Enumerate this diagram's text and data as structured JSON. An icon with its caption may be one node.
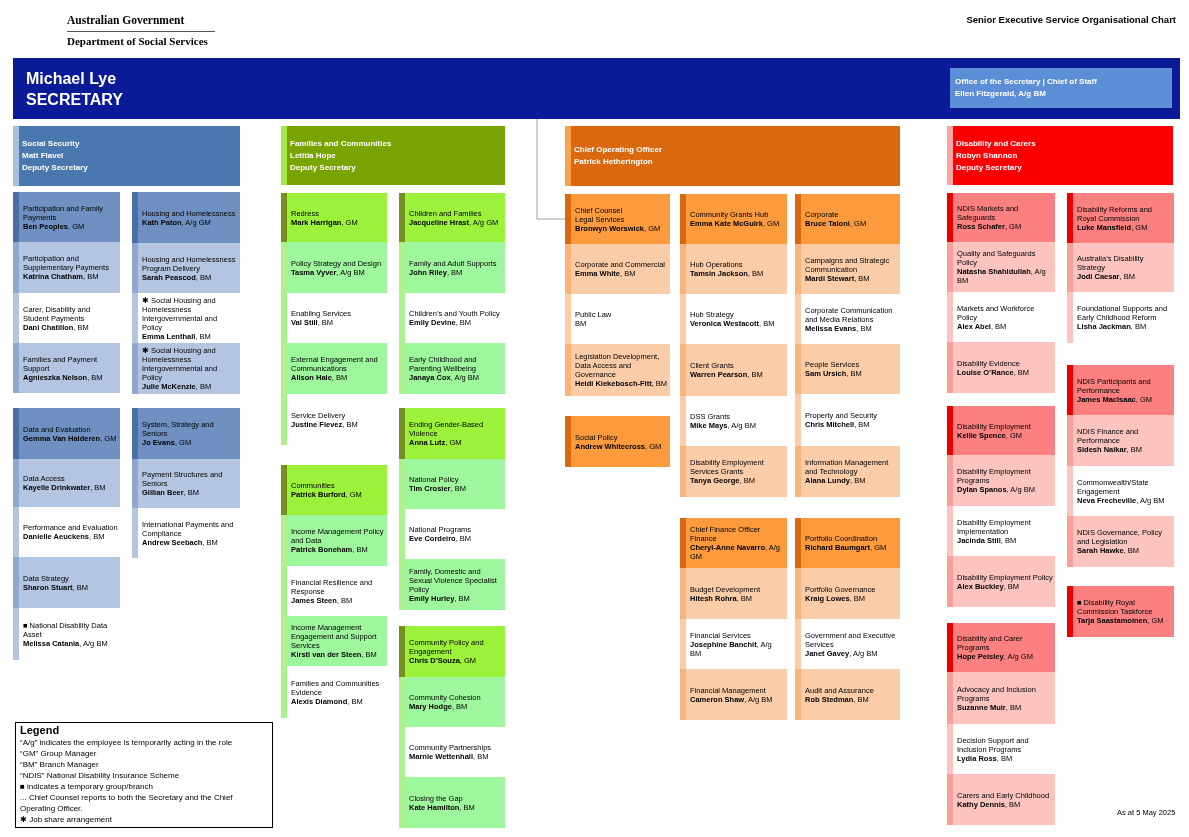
{
  "diagram": {
    "title": "Senior Executive Service Organisational Chart",
    "nodes": [
      {
        "text": [
          "Michael Lye",
          "SECRETARY"
        ]
      },
      {
        "text": [
          "Office of the Secretary | Chief of Staff",
          "Ellen Fitzgerald, A/g BM"
        ],
        "in": 0
      },
      {
        "text": [
          "Social Security",
          "Matt Flavel",
          "Deputy Secretary"
        ]
      },
      {
        "text": [
          "Participation and Family Payments",
          "**Ben Peoples**, GM"
        ]
      },
      {
        "text": [
          "Participation and Supplementary Payments",
          "**Katrina Chatham**, BM"
        ]
      },
      {
        "text": [
          "Carer, Disability and Student Payments",
          "**Dani Chatillon**, BM"
        ]
      },
      {
        "text": [
          "Families and Payment Support",
          "**Agnieszka Nelson**, BM"
        ]
      },
      {
        "text": [
          "Data and Evaluation",
          "**Gemma Van Halderen**, GM"
        ]
      },
      {
        "text": [
          "Data Access",
          "**Kayelle Drinkwater**, BM"
        ]
      },
      {
        "text": [
          "Performance and Evaluation",
          "**Danielle Aeuckens**, BM"
        ]
      },
      {
        "text": [
          "Data Strategy",
          "**Sharon Stuart**, BM"
        ]
      },
      {
        "text": [
          "■ National Disability Data Asset",
          "**Melissa Catania**, A/g BM"
        ]
      },
      {
        "text": [
          "Housing and Homelessness",
          "**Kath Paton**, A/g GM"
        ]
      },
      {
        "text": [
          "Housing and Homelessness Program Delivery",
          "**Sarah Peascod**, BM"
        ]
      },
      {
        "text": [
          "✱ Social Housing and Homelessness Intergovernmental and Policy",
          "**Emma Lenthall**, BM"
        ]
      },
      {
        "text": [
          "✱ Social Housing and Homelessness Intergovernmental and Policy",
          "**Julie McKenzie**, BM"
        ]
      },
      {
        "text": [
          "System, Strategy and Seniors",
          "**Jo Evans**, GM"
        ]
      },
      {
        "text": [
          "Payment Structures and Seniors",
          "**Gillian Beer**, BM"
        ]
      },
      {
        "text": [
          "International Payments and Compliance",
          "**Andrew Seebach**, BM"
        ]
      },
      {
        "text": [
          "Families and Communities",
          "Letitia Hope",
          "Deputy Secretary"
        ]
      },
      {
        "text": [
          "Redress",
          "**Mark Harrigan**, GM"
        ]
      },
      {
        "text": [
          "Policy Strategy and Design",
          "**Tasma Vyver**, A/g BM"
        ]
      },
      {
        "text": [
          "Enabling Services",
          "**Val Still**, BM"
        ]
      },
      {
        "text": [
          "External Engagement and Communications",
          "**Alison Hale**, BM"
        ]
      },
      {
        "text": [
          "Service Delivery",
          "**Justine Fievez**, BM"
        ]
      },
      {
        "text": [
          "Communities",
          "**Patrick Burford**, GM"
        ]
      },
      {
        "text": [
          "Income Management Policy and Data",
          "**Patrick Boneham**, BM"
        ]
      },
      {
        "text": [
          "Financial Resilience and Response",
          "**James Steen**, BM"
        ]
      },
      {
        "text": [
          "Income Management Engagement and Support Services",
          "**Kirsti van der Steen**, BM"
        ]
      },
      {
        "text": [
          "Families and Communities Evidence",
          "**Alexis Diamond**, BM"
        ]
      },
      {
        "text": [
          "Children and Families",
          "**Jacqueline Hrast**, A/g GM"
        ]
      },
      {
        "text": [
          "Family and Adult Supports",
          "**John Riley**, BM"
        ]
      },
      {
        "text": [
          "Children’s and Youth Policy",
          "**Emily Devine**, BM"
        ]
      },
      {
        "text": [
          "Early Childhood and Parenting Wellbeing",
          "**Janaya Cox**, A/g BM"
        ]
      },
      {
        "text": [
          "Ending Gender-Based Violence",
          "**Anna Lutz**, GM"
        ]
      },
      {
        "text": [
          "National Policy",
          "**Tim Crosier**, BM"
        ]
      },
      {
        "text": [
          "National Programs",
          "**Eve Cordeiro**, BM"
        ]
      },
      {
        "text": [
          "Family, Domestic and Sexual Violence Specialist Policy",
          "**Emily Hurley**, BM"
        ]
      },
      {
        "text": [
          "Community Policy and Engagement",
          "**Chris D’Souza**, GM"
        ]
      },
      {
        "text": [
          "Community Cohesion",
          "**Mary Hodge**, BM"
        ]
      },
      {
        "text": [
          "Community Partnerships",
          "**Marnie Wettenhall**, BM"
        ]
      },
      {
        "text": [
          "Closing the Gap",
          "**Kate Hamilton**, BM"
        ]
      },
      {
        "text": [
          "Chief Operating Officer",
          "Patrick Hetherington"
        ]
      },
      {
        "text": [
          "Chief Counsel",
          "Legal Services",
          "**Bronwyn Worswick**, GM"
        ]
      },
      {
        "text": [
          "Corporate and Commercial",
          "**Emma White**, BM"
        ]
      },
      {
        "text": [
          "Public Law",
          "BM"
        ]
      },
      {
        "text": [
          "Legislation Development, Data Access and Governance",
          "**Heidi Kiekebosch-Fitt**, BM"
        ]
      },
      {
        "text": [
          "Social Policy",
          "**Andrew Whitecross**, GM"
        ]
      },
      {
        "text": [
          "Community Grants Hub",
          "**Emma Kate McGuirk**, GM"
        ]
      },
      {
        "text": [
          "Hub Operations",
          "**Tamsin Jackson**, BM"
        ]
      },
      {
        "text": [
          "Hub Strategy",
          "**Veronica Westacott**, BM"
        ]
      },
      {
        "text": [
          "Client Grants",
          "**Warren Pearson**, BM"
        ]
      },
      {
        "text": [
          "DSS Grants",
          "**Mike Mays**, A/g BM"
        ]
      },
      {
        "text": [
          "Disability Employment Services Grants",
          "**Tanya George**, BM"
        ]
      },
      {
        "text": [
          "Chief Finance Officer",
          "Finance",
          "**Cheryl-Anne Navarro**, A/g GM"
        ]
      },
      {
        "text": [
          "Budget Development",
          "**Hitesh Rohra**, BM"
        ]
      },
      {
        "text": [
          "Financial Services",
          "**Josephine Banchit**, A/g BM"
        ]
      },
      {
        "text": [
          "Financial Management",
          "**Cameron Shaw**, A/g BM"
        ]
      },
      {
        "text": [
          "Corporate",
          "**Bruce Taloni**, GM"
        ]
      },
      {
        "text": [
          "Campaigns and Strategic Communication",
          "**Mardi Stewart**, BM"
        ]
      },
      {
        "text": [
          "Corporate Communication and Media Relations",
          "**Melissa Evans**, BM"
        ]
      },
      {
        "text": [
          "People Services",
          "**Sam Ursich**, BM"
        ]
      },
      {
        "text": [
          "Property and Security",
          "**Chris Mitchell**, BM"
        ]
      },
      {
        "text": [
          "Information Management and Technology",
          "**Alana Lundy**, BM"
        ]
      },
      {
        "text": [
          "Portfolio Coordination",
          "**Richard Baumgart**, GM"
        ]
      },
      {
        "text": [
          "Portfolio Governance",
          "**Kraig Lowes**, BM"
        ]
      },
      {
        "text": [
          "Government and Executive Services",
          "**Janet Gavey**, A/g BM"
        ]
      },
      {
        "text": [
          "Audit and Assurance",
          "**Rob Stedman**, BM"
        ]
      },
      {
        "text": [
          "Disability and Carers",
          "Robyn Shannon",
          "Deputy Secretary"
        ]
      },
      {
        "text": [
          "NDIS Markets and Safeguards",
          "**Ross Schafer**, GM"
        ]
      },
      {
        "text": [
          "Quality and Safeguards Policy",
          "**Natasha Shahidullah**, A/g BM"
        ]
      },
      {
        "text": [
          "Markets and Workforce Policy",
          "**Alex Abel**, BM"
        ]
      },
      {
        "text": [
          "Disability Evidence",
          "**Louise O’Rance**, BM"
        ]
      },
      {
        "text": [
          "Disability Employment",
          "**Kellie Spence**, GM"
        ]
      },
      {
        "text": [
          "Disability Employment Programs",
          "**Dylan Spanos**, A/g BM"
        ]
      },
      {
        "text": [
          "Disability Employment Implementation",
          "**Jacinda Still**, BM"
        ]
      },
      {
        "text": [
          "Disability Employment Policy",
          "**Alex Buckley**, BM"
        ]
      },
      {
        "text": [
          "Disability and Carer Programs",
          "**Hope Peisley**, A/g GM"
        ]
      },
      {
        "text": [
          "Advocacy and Inclusion Programs",
          "**Suzanne Muir**, BM"
        ]
      },
      {
        "text": [
          "Decision Support and Inclusion Programs",
          "**Lydia Ross**, BM"
        ]
      },
      {
        "text": [
          "Carers and Early Childhood",
          "**Kathy Dennis**, BM"
        ]
      },
      {
        "text": [
          "Disability Reforms and Royal Commission",
          "**Luke Mansfield**, GM"
        ]
      },
      {
        "text": [
          "Australia’s Disability Strategy",
          "**Jodi Caesar**, BM"
        ]
      },
      {
        "text": [
          "Foundational Supports and Early Childhood Reform",
          "**Lisha Jackman**, BM"
        ]
      },
      {
        "text": [
          "NDIS Participants and Performance",
          "**James MacIsaac**, GM"
        ]
      },
      {
        "text": [
          "NDIS Finance and Performance",
          "**Sidesh Naikar**, BM"
        ]
      },
      {
        "text": [
          "Commonwealth/State Engagement",
          "**Neva Frecheville**, A/g BM"
        ]
      },
      {
        "text": [
          "NDIS Governance, Policy and Legislation",
          "**Sarah Hawke**, BM"
        ]
      },
      {
        "text": [
          "■ Disability Royal Commission Taskforce",
          "**Tarja Saastamoinen**, GM"
        ]
      }
    ],
    "edges": [
      {
        "from": 0,
        "to": 43,
        "arrow": "none"
      }
    ],
    "labels": [
      "Australian Government",
      "Department of Social Services",
      "Legend",
      "As at 5 May 2025"
    ],
    "legend": [
      {
        "text": "“A/g” indicates the employee is temporarily acting in the role"
      },
      {
        "text": "“GM” Group Manager"
      },
      {
        "text": "“BM” Branch Manager"
      },
      {
        "text": "“NDIS” National Disability Insurance Scheme"
      },
      {
        "text": "■ indicates a temporary group/branch"
      },
      {
        "text": "... Chief Counsel reports to both the Secretary and the Chief Operating Officer."
      },
      {
        "text": "✱ Job share arrangement"
      }
    ]
  }
}
